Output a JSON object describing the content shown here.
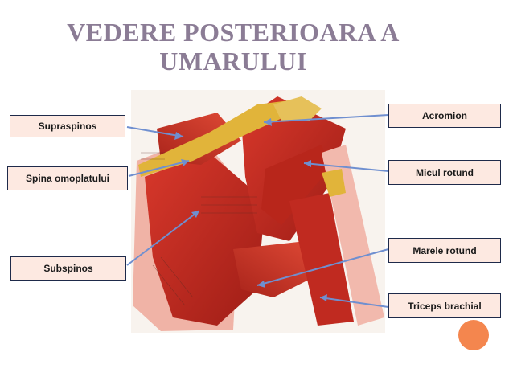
{
  "title": {
    "line1": "VEDERE POSTERIOARA A",
    "line2": "UMARULUI"
  },
  "labels": [
    {
      "id": "supraspinos",
      "text": "Supraspinos"
    },
    {
      "id": "spina",
      "text": "Spina  omoplatului"
    },
    {
      "id": "subspinos",
      "text": "Subspinos"
    },
    {
      "id": "acromion",
      "text": "Acromion"
    },
    {
      "id": "micul",
      "text": "Micul rotund"
    },
    {
      "id": "marele",
      "text": "Marele rotund"
    },
    {
      "id": "triceps",
      "text": "Triceps brachial"
    }
  ],
  "colors": {
    "title": "#8b7c95",
    "label_fill": "#fde9e1",
    "label_border": "#1e2a4a",
    "pointer": "#6f8fd0",
    "muscle": "#c62a1f",
    "tendon": "#e1b43a",
    "bone": "#f2b9ad",
    "accent": "#f4864e"
  }
}
